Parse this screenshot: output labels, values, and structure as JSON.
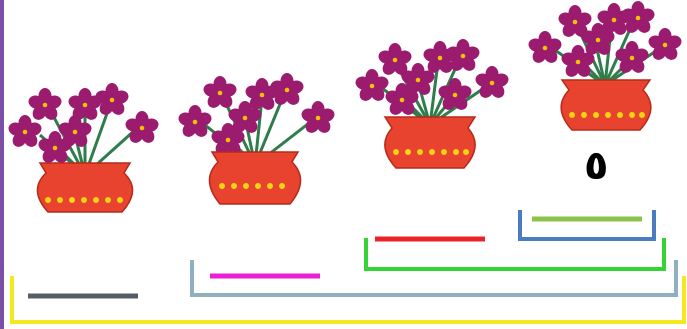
{
  "numeral_label": "٥",
  "colors": {
    "flower": "#9b1b6e",
    "flower_center": "#f2c200",
    "stem": "#2e7d4a",
    "vase": "#e8432e",
    "vase_dots": "#f7d312",
    "vase_outline": "#b52a1b",
    "left_border": "#7b4fa8"
  },
  "pots": [
    {
      "name": "flower-pot-1",
      "flowers": 7
    },
    {
      "name": "flower-pot-2",
      "flowers": 7
    },
    {
      "name": "flower-pot-3",
      "flowers": 8
    },
    {
      "name": "flower-pot-4",
      "flowers": 8
    }
  ],
  "lines": [
    {
      "name": "line-gray",
      "color": "#555b63"
    },
    {
      "name": "line-magenta",
      "color": "#e81fd3"
    },
    {
      "name": "line-red",
      "color": "#e8242a"
    },
    {
      "name": "line-light-green",
      "color": "#8bc34a"
    }
  ],
  "brackets": [
    {
      "name": "bracket-yellow",
      "color": "#f2ea1e"
    },
    {
      "name": "bracket-gray-blue",
      "color": "#8fb0bf"
    },
    {
      "name": "bracket-green",
      "color": "#33d433"
    },
    {
      "name": "bracket-blue",
      "color": "#4a7cc0"
    }
  ]
}
